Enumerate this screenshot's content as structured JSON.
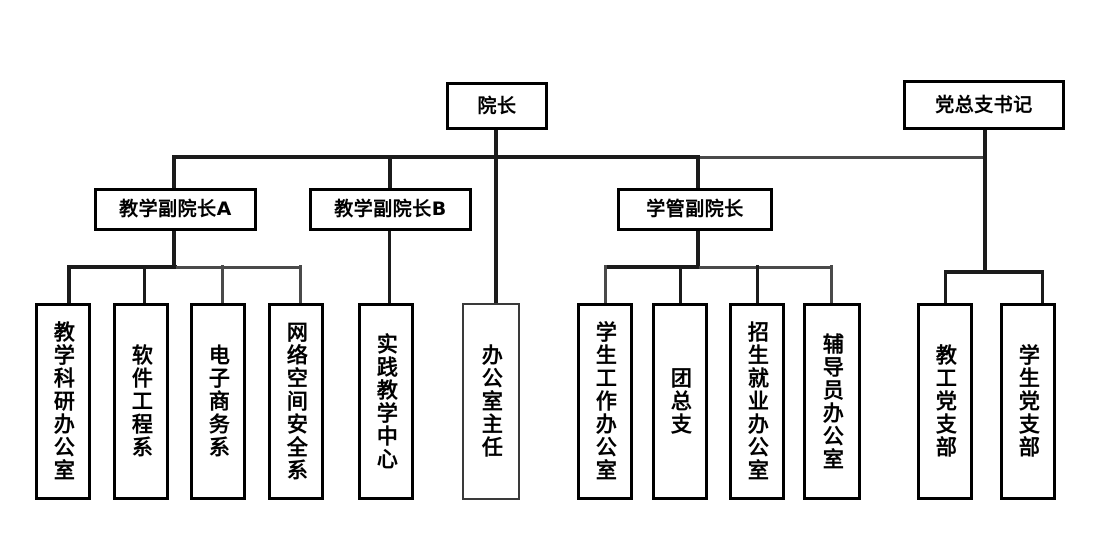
{
  "chart_data": {
    "type": "diagram",
    "diagram_kind": "organization-chart",
    "title": "",
    "orientation": "top-down",
    "language": "zh-CN",
    "colors": {
      "background": "#ffffff",
      "box_fill": "#ffffff",
      "box_border": "#000000",
      "box_border_light": "#3a3a3a",
      "connector": "#1b1b1b",
      "connector_light": "#4a4a4a",
      "text": "#000000"
    },
    "nodes": [
      {
        "id": "dean",
        "label": "院长",
        "level": 1,
        "text_direction": "horizontal",
        "border": "bold"
      },
      {
        "id": "party_sec",
        "label": "党总支书记",
        "level": 1,
        "text_direction": "horizontal",
        "border": "bold"
      },
      {
        "id": "vice_teach_a",
        "label": "教学副院长A",
        "level": 2,
        "text_direction": "horizontal",
        "border": "bold"
      },
      {
        "id": "vice_teach_b",
        "label": "教学副院长B",
        "level": 2,
        "text_direction": "horizontal",
        "border": "bold"
      },
      {
        "id": "vice_student",
        "label": "学管副院长",
        "level": 2,
        "text_direction": "horizontal",
        "border": "bold"
      },
      {
        "id": "teach_res_off",
        "label": "教学科研办公室",
        "level": 3,
        "text_direction": "vertical",
        "border": "bold"
      },
      {
        "id": "soft_eng",
        "label": "软件工程系",
        "level": 3,
        "text_direction": "vertical",
        "border": "bold"
      },
      {
        "id": "ecommerce",
        "label": "电子商务系",
        "level": 3,
        "text_direction": "vertical",
        "border": "bold"
      },
      {
        "id": "cyber_sec",
        "label": "网络空间安全系",
        "level": 3,
        "text_direction": "vertical",
        "border": "bold"
      },
      {
        "id": "practice_ctr",
        "label": "实践教学中心",
        "level": 3,
        "text_direction": "vertical",
        "border": "bold"
      },
      {
        "id": "office_dir",
        "label": "办公室主任",
        "level": 3,
        "text_direction": "vertical",
        "border": "light"
      },
      {
        "id": "stu_work_off",
        "label": "学生工作办公室",
        "level": 3,
        "text_direction": "vertical",
        "border": "bold"
      },
      {
        "id": "youth_league",
        "label": "团总支",
        "level": 3,
        "text_direction": "vertical",
        "border": "bold"
      },
      {
        "id": "admission_off",
        "label": "招生就业办公室",
        "level": 3,
        "text_direction": "vertical",
        "border": "bold"
      },
      {
        "id": "counselor_off",
        "label": "辅导员办公室",
        "level": 3,
        "text_direction": "vertical",
        "border": "bold"
      },
      {
        "id": "staff_branch",
        "label": "教工党支部",
        "level": 3,
        "text_direction": "vertical",
        "border": "bold"
      },
      {
        "id": "stu_branch",
        "label": "学生党支部",
        "level": 3,
        "text_direction": "vertical",
        "border": "bold"
      }
    ],
    "edges": [
      {
        "from": "dean",
        "to": "vice_teach_a"
      },
      {
        "from": "dean",
        "to": "vice_teach_b"
      },
      {
        "from": "dean",
        "to": "vice_student"
      },
      {
        "from": "dean",
        "to": "office_dir"
      },
      {
        "from": "party_sec",
        "to": "dean"
      },
      {
        "from": "vice_teach_a",
        "to": "teach_res_off"
      },
      {
        "from": "vice_teach_a",
        "to": "soft_eng"
      },
      {
        "from": "vice_teach_a",
        "to": "ecommerce"
      },
      {
        "from": "vice_teach_a",
        "to": "cyber_sec"
      },
      {
        "from": "vice_teach_b",
        "to": "practice_ctr"
      },
      {
        "from": "vice_student",
        "to": "stu_work_off"
      },
      {
        "from": "vice_student",
        "to": "youth_league"
      },
      {
        "from": "vice_student",
        "to": "admission_off"
      },
      {
        "from": "vice_student",
        "to": "counselor_off"
      },
      {
        "from": "party_sec",
        "to": "staff_branch"
      },
      {
        "from": "party_sec",
        "to": "stu_branch"
      }
    ]
  },
  "labels": {
    "dean": "院长",
    "party_sec": "党总支书记",
    "vice_teach_a": "教学副院长A",
    "vice_teach_b": "教学副院长B",
    "vice_student": "学管副院长",
    "teach_res_off": "教学科研办公室",
    "soft_eng": "软件工程系",
    "ecommerce": "电子商务系",
    "cyber_sec": "网络空间安全系",
    "practice_ctr": "实践教学中心",
    "office_dir": "办公室主任",
    "stu_work_off": "学生工作办公室",
    "youth_league": "团总支",
    "admission_off": "招生就业办公室",
    "counselor_off": "辅导员办公室",
    "staff_branch": "教工党支部",
    "stu_branch": "学生党支部"
  }
}
